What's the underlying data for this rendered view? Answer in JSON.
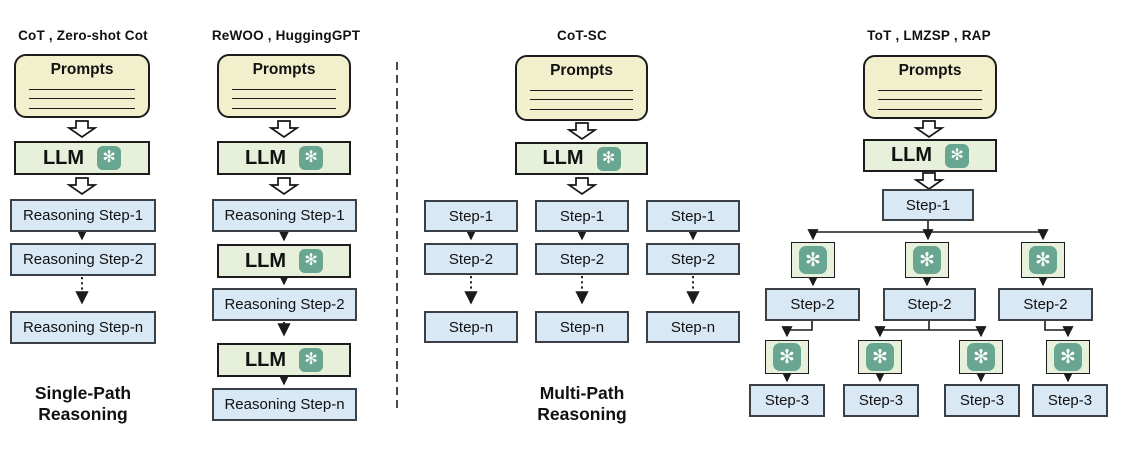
{
  "colors": {
    "prompts_fill": "#f2efcd",
    "llm_fill": "#e6f0da",
    "step_fill": "#d9e8f5",
    "box_border": "#1c1c1c",
    "step_border": "#3a4046",
    "icon_teal": "#68a692",
    "line_color": "#1b1b1b",
    "separator_color": "#4a4a4a"
  },
  "icons": {
    "openai_glyph": "✻"
  },
  "sections": [
    {
      "label": "Single-Path Reasoning"
    },
    {
      "label": "Multi-Path Reasoning"
    }
  ],
  "columns": [
    {
      "title": "CoT , Zero-shot Cot",
      "prompts": "Prompts",
      "llm": "LLM",
      "steps": [
        "Reasoning Step-1",
        "Reasoning Step-2",
        "Reasoning Step-n"
      ]
    },
    {
      "title": "ReWOO , HuggingGPT",
      "prompts": "Prompts",
      "llm": "LLM",
      "steps": [
        "Reasoning Step-1",
        "Reasoning Step-2",
        "Reasoning Step-n"
      ]
    },
    {
      "title": "CoT-SC",
      "prompts": "Prompts",
      "llm": "LLM",
      "num_chains": 3,
      "chain_steps": [
        "Step-1",
        "Step-2",
        "Step-n"
      ]
    },
    {
      "title": "ToT , LMZSP , RAP",
      "prompts": "Prompts",
      "llm": "LLM",
      "tree_levels": [
        "Step-1",
        "Step-2",
        "Step-3"
      ]
    }
  ]
}
